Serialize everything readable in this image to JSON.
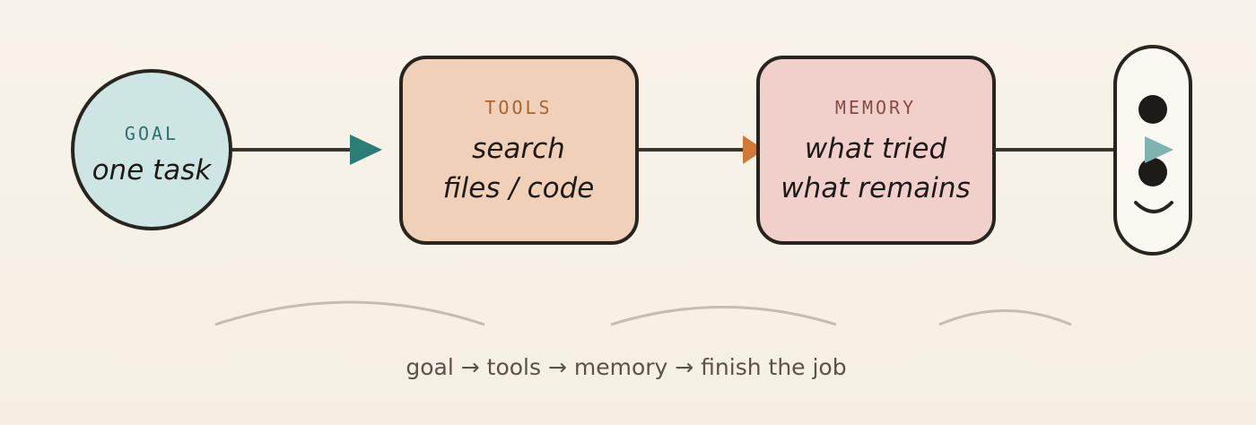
{
  "goal": {
    "tag": "GOAL",
    "text": "one task",
    "fill": "#cde6e3",
    "tag_color": "#2e6f6b"
  },
  "tools": {
    "tag": "TOOLS",
    "line1": "search",
    "line2": "files / code",
    "fill": "#f1d0ba",
    "tag_color": "#a86532"
  },
  "memory": {
    "tag": "MEMORY",
    "line1": "what tried",
    "line2": "what remains",
    "fill": "#f1d0cb",
    "tag_color": "#8a4a46"
  },
  "finish_icon": "smiling-face-pill-icon",
  "caption": "goal → tools → memory → finish the job",
  "colors": {
    "background": "#f7f1e7",
    "outline": "#2a2420",
    "arrow_teal": "#2b7d78",
    "arrow_orange": "#d07a3a",
    "arrow_light_teal": "#7fb3b0",
    "connector": "#3a3531",
    "arc": "#c4bdb3"
  }
}
